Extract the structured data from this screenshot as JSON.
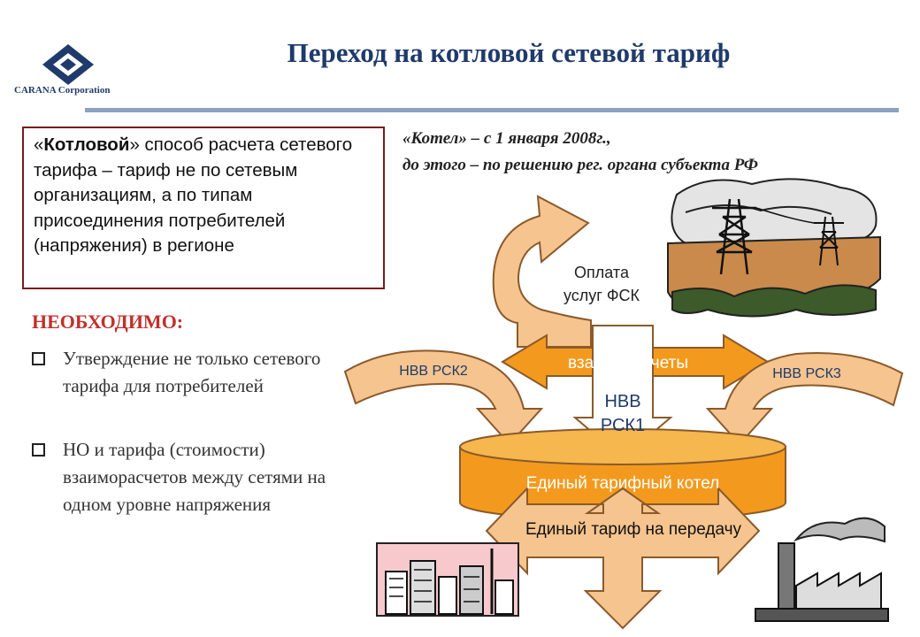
{
  "brand": {
    "company": "CARANA Corporation"
  },
  "title": "Переход на котловой сетевой тариф",
  "definition": {
    "quote_open": "«",
    "highlight": "Котловой",
    "rest": "» способ расчета сетевого тарифа – тариф не по сетевым организациям, а по типам присоединения потребителей (напряжения) в регионе"
  },
  "necessary": {
    "title": "НЕОБХОДИМО:",
    "items": [
      "Утверждение не только сетевого тарифа для потребителей",
      "НО и тарифа (стоимости) взаиморасчетов между сетями на одном уровне напряжения"
    ]
  },
  "boiler_note": {
    "line1": "«Котел» – с 1 января 2008г.,",
    "line2": "до этого – по решению рег. органа субъекта РФ"
  },
  "diagram": {
    "fsk_payment": [
      "Оплата",
      "услуг ФСК"
    ],
    "settlements": "взаиморасчеты",
    "nvv_rsk1": [
      "НВВ",
      "РСК1"
    ],
    "nvv_rsk2": "НВВ РСК2",
    "nvv_rsk3": "НВВ РСК3",
    "single_boiler": "Единый тарифный котел",
    "single_tariff": "Единый тариф на передачу"
  },
  "colors": {
    "title": "#1f3a6b",
    "accent_red": "#c0312b",
    "arrow_fill": "#f6c48e",
    "arrow_stroke": "#8a5a2b",
    "band_orange": "#f39a1e",
    "boiler_fill": "#f5b74e"
  }
}
